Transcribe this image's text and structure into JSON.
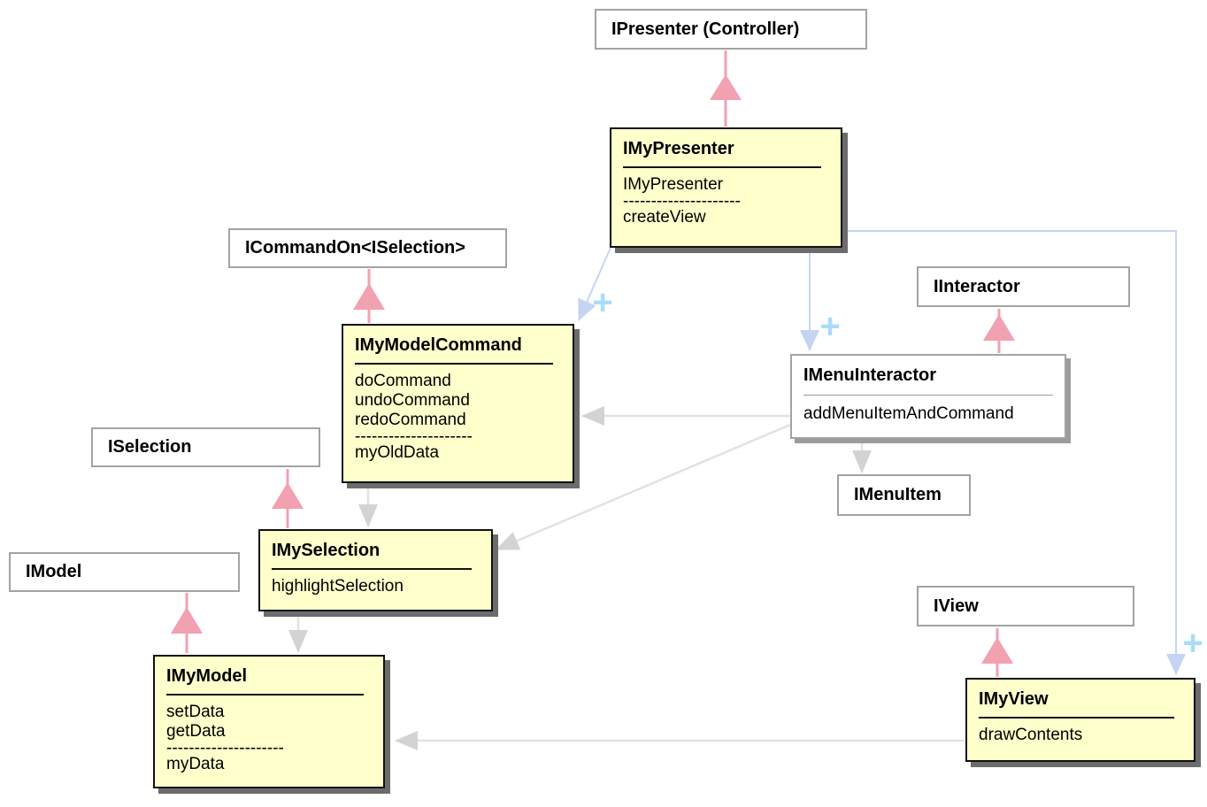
{
  "boxes": {
    "ipresenter": {
      "label": "IPresenter (Controller)"
    },
    "icommandon": {
      "label": "ICommandOn<ISelection>"
    },
    "iinteractor": {
      "label": "IInteractor"
    },
    "imenuitem": {
      "label": "IMenuItem"
    },
    "iselection": {
      "label": "ISelection"
    },
    "imodel": {
      "label": "IModel"
    },
    "iview": {
      "label": "IView"
    },
    "imypresenter": {
      "title": "IMyPresenter",
      "methods": [
        "IMyPresenter"
      ],
      "divider": "---------------------",
      "attributes": [
        "createView"
      ]
    },
    "imymodelcommand": {
      "title": "IMyModelCommand",
      "methods": [
        "doCommand",
        "undoCommand",
        "redoCommand"
      ],
      "divider": "---------------------",
      "attributes": [
        "myOldData"
      ]
    },
    "imenuinteractor": {
      "title": "IMenuInteractor",
      "methods": [
        "addMenuItemAndCommand"
      ]
    },
    "imyselection": {
      "title": "IMySelection",
      "methods": [
        "highlightSelection"
      ]
    },
    "imymodel": {
      "title": "IMyModel",
      "methods": [
        "setData",
        "getData"
      ],
      "divider": "---------------------",
      "attributes": [
        "myData"
      ]
    },
    "imyview": {
      "title": "IMyView",
      "methods": [
        "drawContents"
      ]
    }
  },
  "annotations": {
    "plus": "+"
  },
  "colors": {
    "class_fill": "#FFFFCC",
    "generalization_pink": "#F2A1B1",
    "composition_blue": "#C6D4F3",
    "plus_blue": "#AADCF8",
    "dependency_gray_line": "#E2E2E2",
    "dependency_gray_head": "#D3D3D3"
  },
  "relationships": [
    {
      "from": "IMyPresenter",
      "to": "IPresenter (Controller)",
      "type": "generalization"
    },
    {
      "from": "IMyModelCommand",
      "to": "ICommandOn<ISelection>",
      "type": "generalization"
    },
    {
      "from": "IMenuInteractor",
      "to": "IInteractor",
      "type": "generalization"
    },
    {
      "from": "IMySelection",
      "to": "ISelection",
      "type": "generalization"
    },
    {
      "from": "IMyModel",
      "to": "IModel",
      "type": "generalization"
    },
    {
      "from": "IMyView",
      "to": "IView",
      "type": "generalization"
    },
    {
      "from": "IMyPresenter",
      "to": "IMyModelCommand",
      "type": "composition-plus"
    },
    {
      "from": "IMyPresenter",
      "to": "IMenuInteractor",
      "type": "composition-plus"
    },
    {
      "from": "IMyPresenter",
      "to": "IMyView",
      "type": "composition-plus"
    },
    {
      "from": "IMenuInteractor",
      "to": "IMyModelCommand",
      "type": "dependency"
    },
    {
      "from": "IMenuInteractor",
      "to": "IMySelection",
      "type": "dependency"
    },
    {
      "from": "IMenuInteractor",
      "to": "IMenuItem",
      "type": "dependency"
    },
    {
      "from": "IMyModelCommand",
      "to": "IMySelection",
      "type": "dependency"
    },
    {
      "from": "IMySelection",
      "to": "IMyModel",
      "type": "dependency"
    },
    {
      "from": "IMyView",
      "to": "IMyModel",
      "type": "dependency"
    }
  ]
}
